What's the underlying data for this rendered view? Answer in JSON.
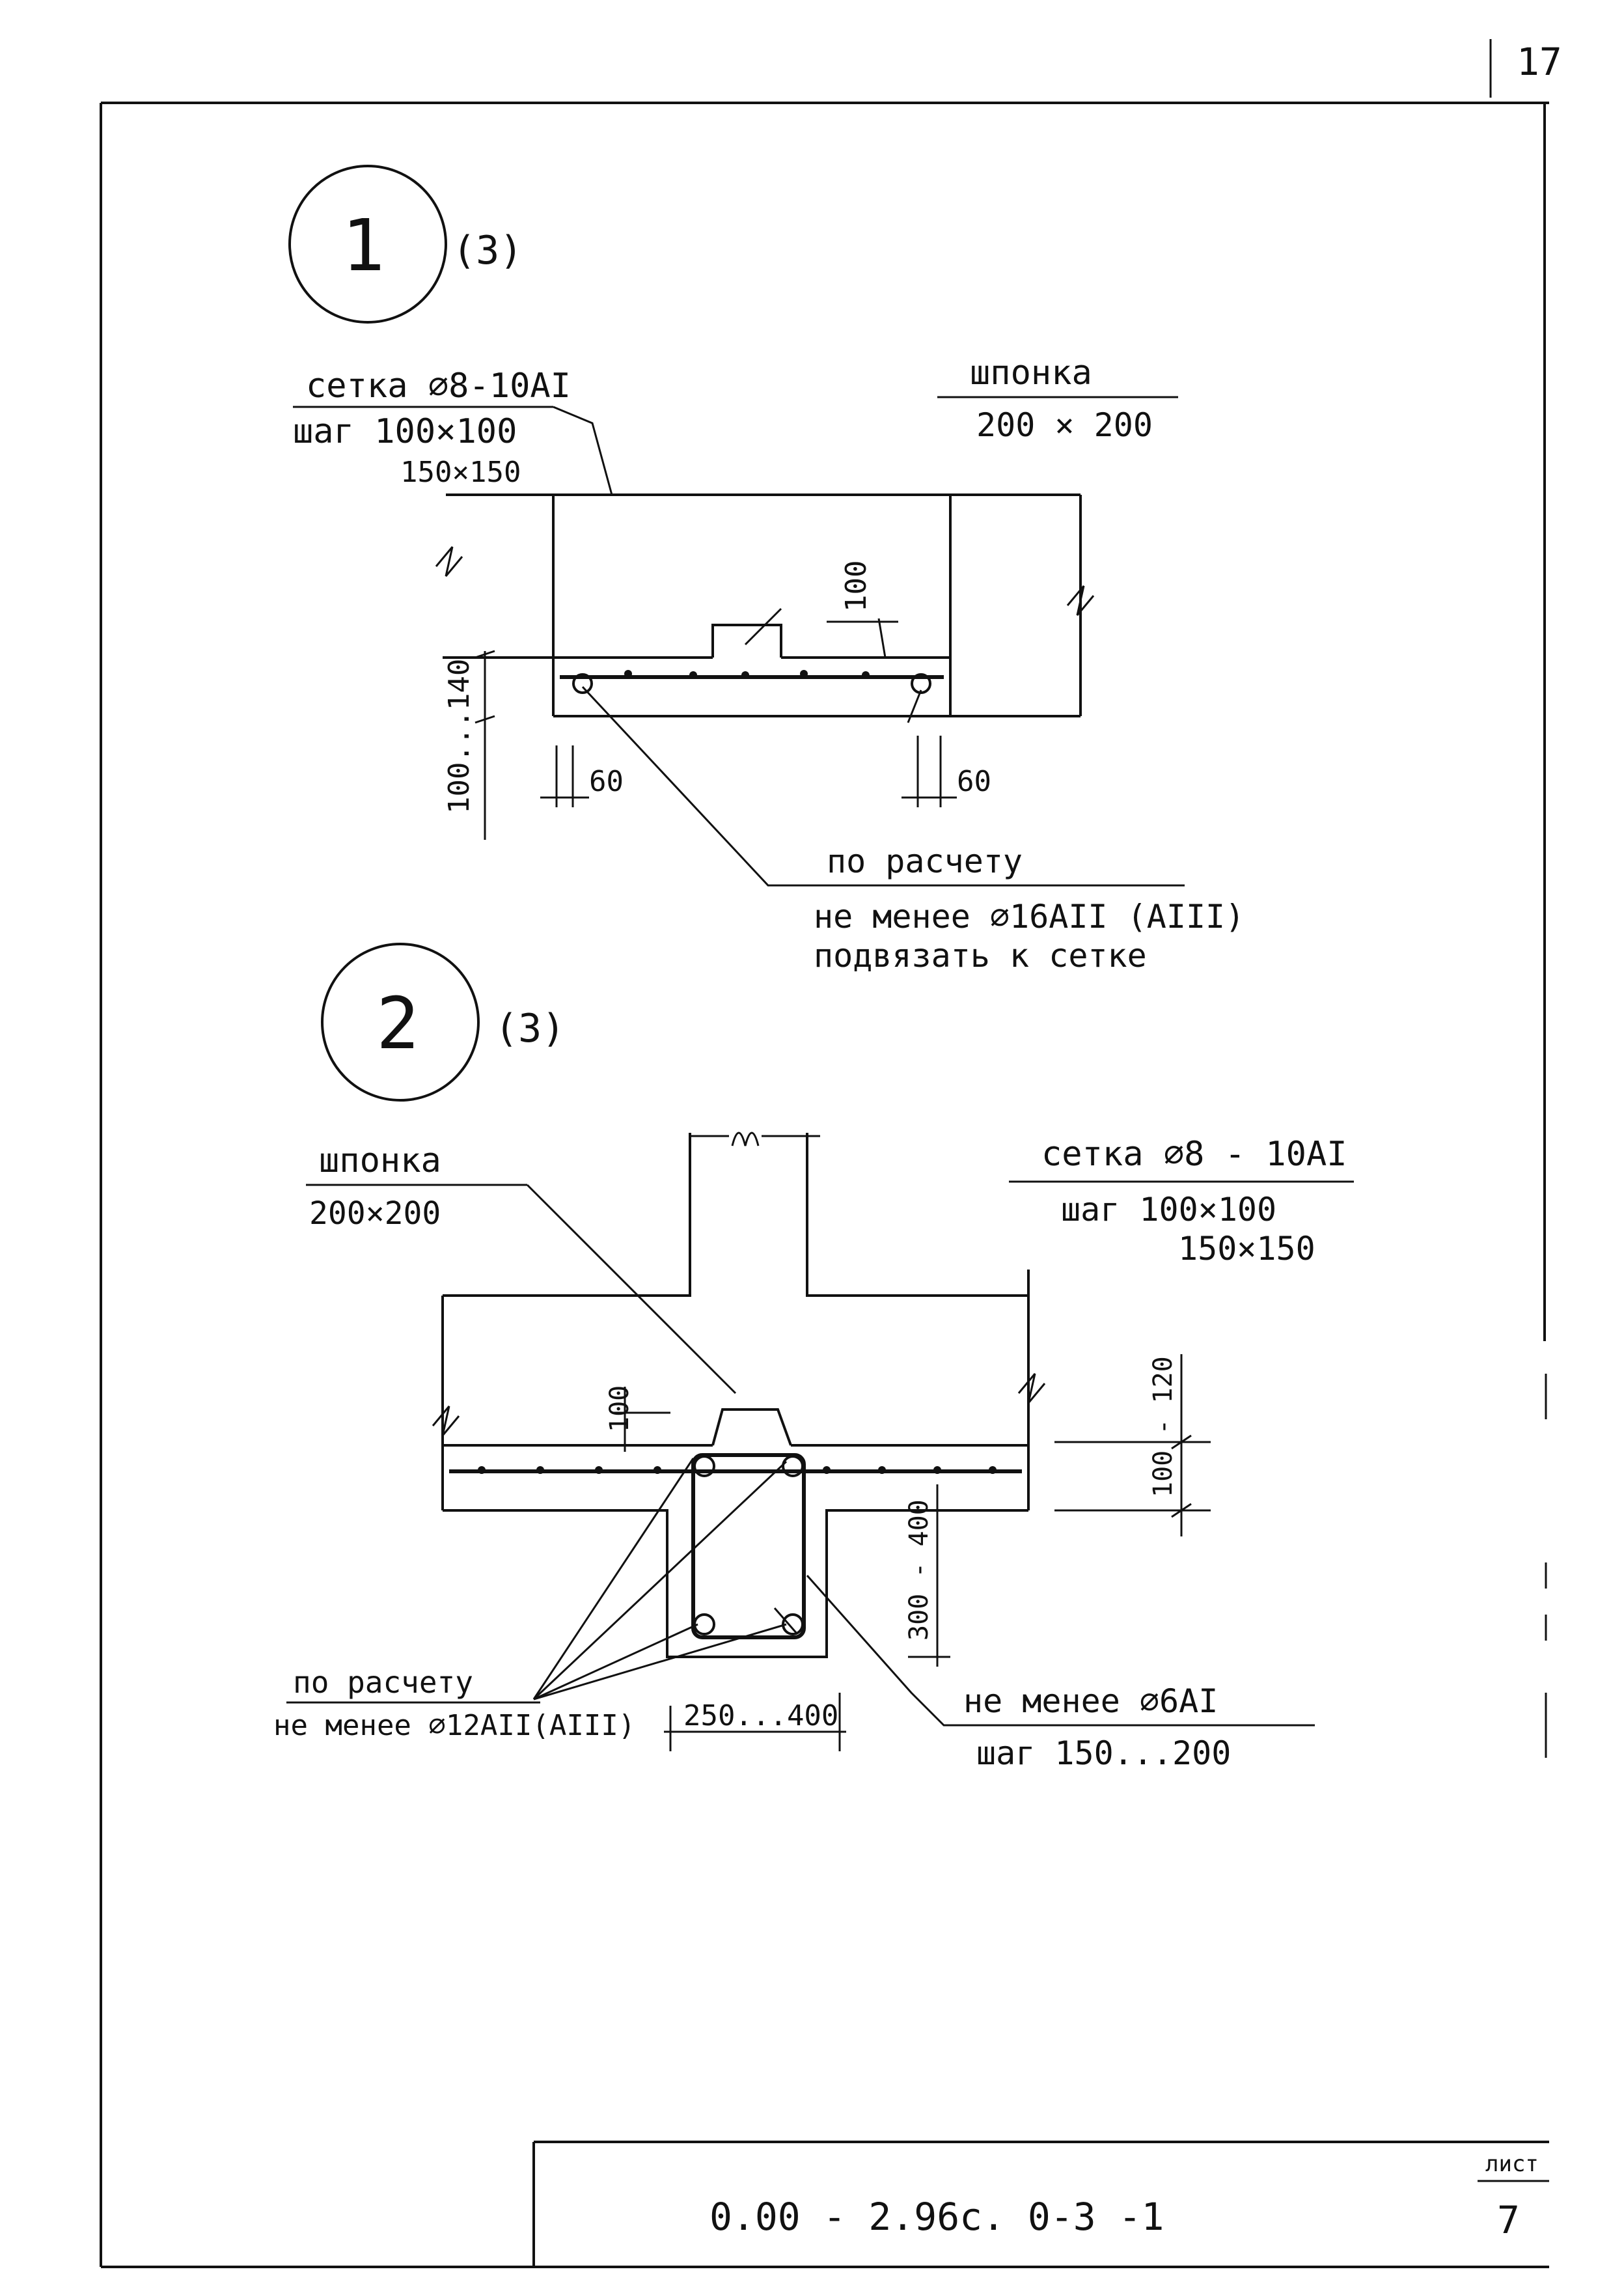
{
  "sheet": {
    "page_number": "17",
    "stamp": {
      "code": "0.00 - 2.96с. 0-3 -1",
      "sheet_label": "лист",
      "sheet_no": "7"
    }
  },
  "detail1": {
    "number": "1",
    "ref": "(3)",
    "mesh_title": "сетка ⌀8-10АI",
    "mesh_step1": "шаг 100×100",
    "mesh_step2": "150×150",
    "key_title": "шпонка",
    "key_size": "200 × 200",
    "dim_key": "100",
    "dim_cover": "100...140",
    "dim_left": "60",
    "dim_right": "60",
    "note1": "по расчету",
    "note2": "не менее ⌀16АII (АIII)",
    "note3": "подвязать к сетке"
  },
  "detail2": {
    "number": "2",
    "ref": "(3)",
    "key_title": "шпонка",
    "key_size": "200×200",
    "mesh_title": "сетка ⌀8 - 10АI",
    "mesh_step1": "шаг 100×100",
    "mesh_step2": "150×150",
    "dim_key": "100",
    "dim_slab": "100 - 120",
    "dim_rib_h": "300 - 400",
    "dim_rib_w": "250...400",
    "rebar1": "по расчету",
    "rebar2": "не менее ⌀12АII(АIII)",
    "stirrup1": "не менее ⌀6АI",
    "stirrup2": "шаг 150...200"
  }
}
